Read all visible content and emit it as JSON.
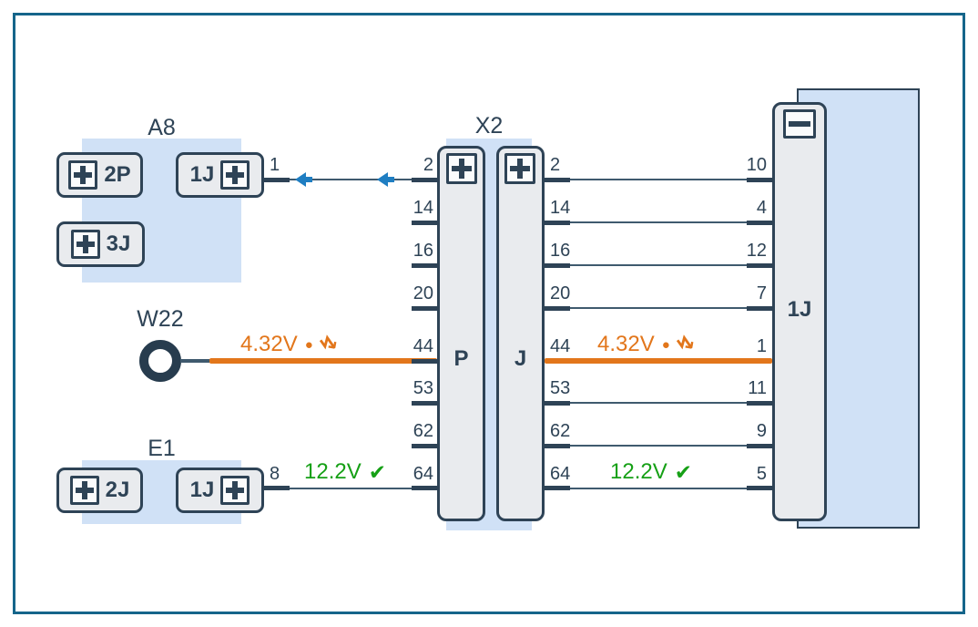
{
  "a8": {
    "label": "A8",
    "pin_label": "1",
    "connectors": [
      {
        "label": "2P"
      },
      {
        "label": "3J"
      },
      {
        "label": "1J"
      }
    ]
  },
  "w22": {
    "label": "W22"
  },
  "e1": {
    "label": "E1",
    "pin_label": "8",
    "connectors": [
      {
        "label": "2J"
      },
      {
        "label": "1J"
      }
    ]
  },
  "x2": {
    "label": "X2",
    "p_label": "P",
    "j_label": "J",
    "left_pins": [
      "2",
      "14",
      "16",
      "20",
      "44",
      "53",
      "62",
      "64"
    ],
    "right_pins": [
      "2",
      "14",
      "16",
      "20",
      "44",
      "53",
      "62",
      "64"
    ]
  },
  "right_connector": {
    "label": "1J",
    "pins": [
      "10",
      "4",
      "12",
      "7",
      "1",
      "11",
      "9",
      "5"
    ]
  },
  "measurements": {
    "m44_left": {
      "value": "4.32V",
      "dot": "●",
      "squiggle": "↯"
    },
    "m44_right": {
      "value": "4.32V",
      "dot": "●",
      "squiggle": "↯"
    },
    "m64_left": {
      "value": "12.2V",
      "check": "✔"
    },
    "m64_right": {
      "value": "12.2V",
      "check": "✔"
    }
  },
  "colors": {
    "frame": "#15658a",
    "orange": "#e2761b",
    "green": "#16a016",
    "arrow_blue": "#1f7ec2",
    "slate": "#2e4356"
  }
}
